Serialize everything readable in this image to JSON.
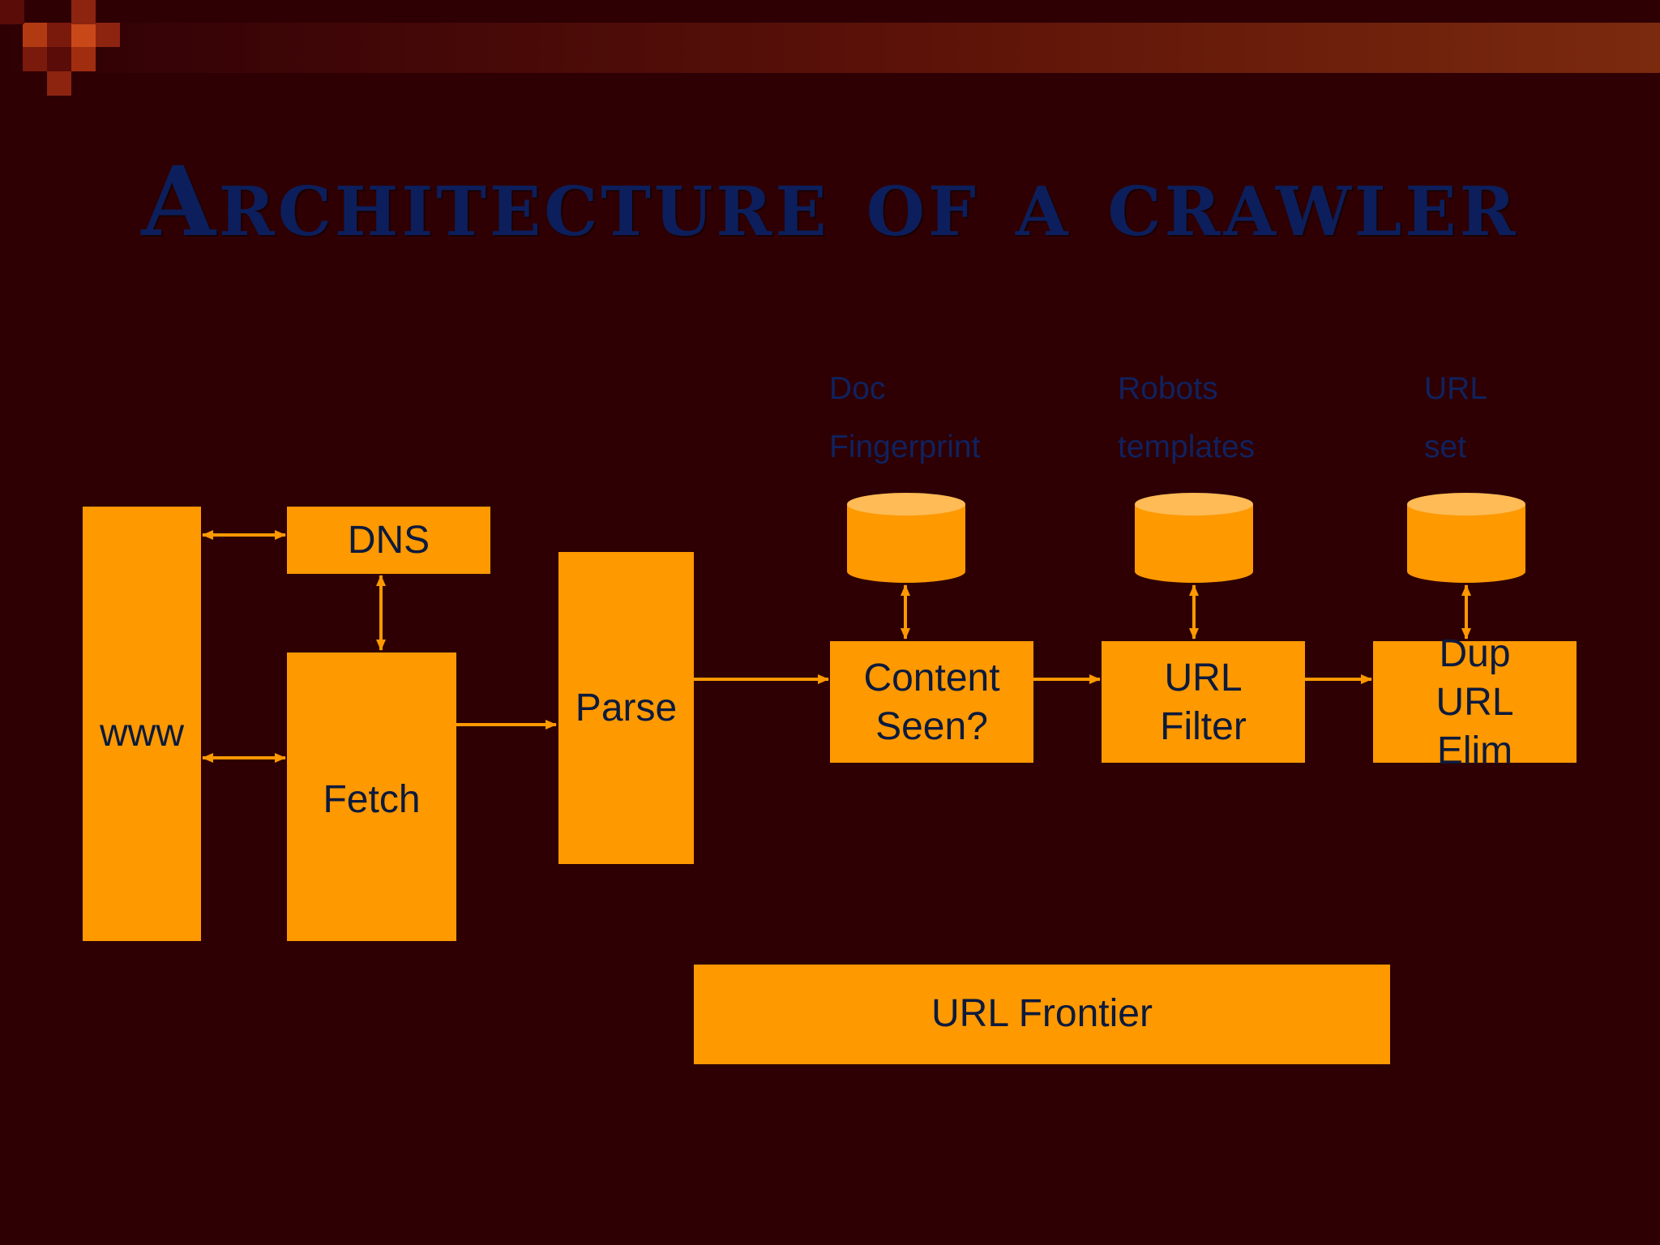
{
  "slide": {
    "title": "Architecture of a crawler"
  },
  "nodes": {
    "www": "www",
    "dns": "DNS",
    "fetch": "Fetch",
    "parse": "Parse",
    "content_seen": [
      "Content",
      "Seen?"
    ],
    "url_filter": [
      "URL",
      "Filter"
    ],
    "dup_url_elim": [
      "Dup",
      "URL",
      "Elim"
    ],
    "url_frontier": "URL Frontier"
  },
  "stores": {
    "doc_fingerprint": [
      "Doc",
      "Fingerprint"
    ],
    "robots_templates": [
      "Robots",
      "templates"
    ],
    "url_set": [
      "URL",
      "set"
    ]
  },
  "colors": {
    "background": "#2e0004",
    "box_fill": "#fe9900",
    "box_text": "#0c1a3d",
    "title_text": "#0c1f5c",
    "store_label_text": "#10225e",
    "arrow": "#fe9900"
  }
}
